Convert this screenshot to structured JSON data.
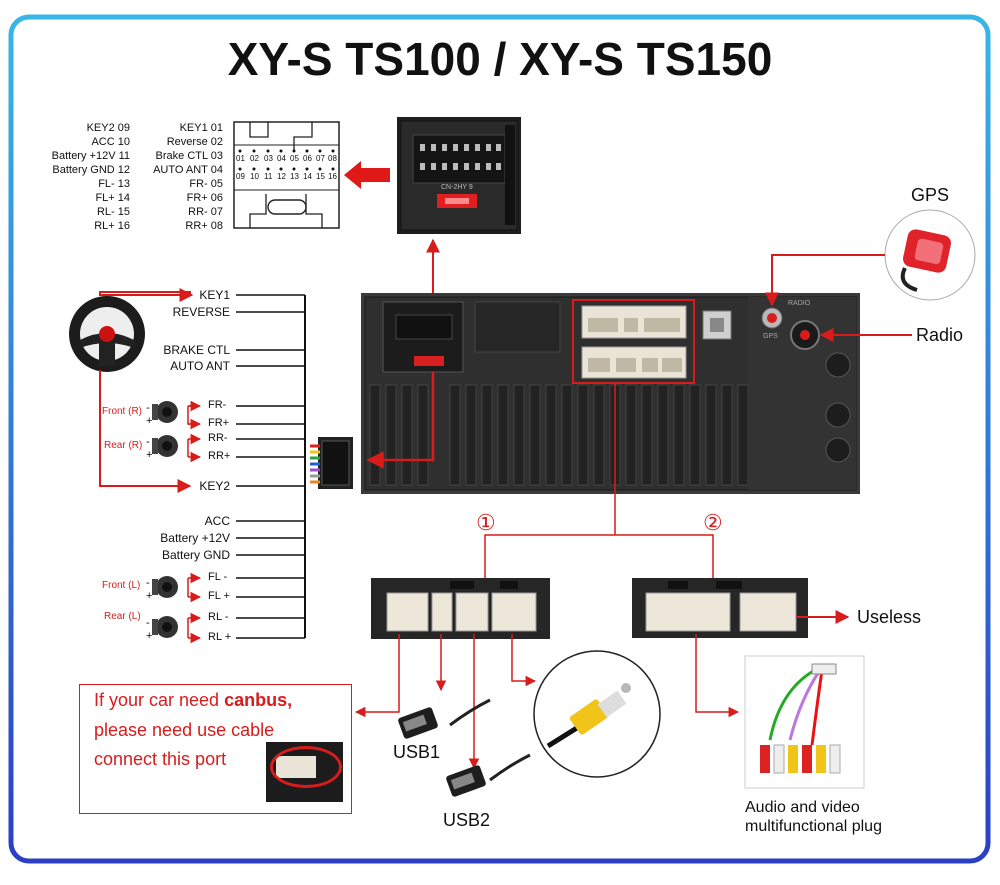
{
  "title": "XY-S TS100 / XY-S TS150",
  "pinout": {
    "left_col": [
      "KEY2 09",
      "ACC 10",
      "Battery +12V 11",
      "Battery GND 12",
      "FL- 13",
      "FL+ 14",
      "RL- 15",
      "RL+ 16"
    ],
    "right_col": [
      "KEY1 01",
      "Reverse 02",
      "Brake CTL 03",
      "AUTO ANT 04",
      "FR- 05",
      "FR+ 06",
      "RR- 07",
      "RR+ 08"
    ],
    "pins_top": [
      "01",
      "02",
      "03",
      "04",
      "05",
      "06",
      "07",
      "08"
    ],
    "pins_bottom": [
      "09",
      "10",
      "11",
      "12",
      "13",
      "14",
      "15",
      "16"
    ]
  },
  "connector_photo_text": "CN-2HY 9",
  "wires": {
    "key1": "KEY1",
    "reverse": "REVERSE",
    "brake": "BRAKE CTL",
    "auto_ant": "AUTO ANT",
    "fr_minus": "FR-",
    "fr_plus": "FR+",
    "rr_minus": "RR-",
    "rr_plus": "RR+",
    "key2": "KEY2",
    "acc": "ACC",
    "batt": "Battery +12V",
    "gnd": "Battery GND",
    "fl_minus": "FL -",
    "fl_plus": "FL +",
    "rl_minus": "RL -",
    "rl_plus": "RL +"
  },
  "speakers": {
    "front_r": "Front (R)",
    "rear_r": "Rear (R)",
    "front_l": "Front (L)",
    "rear_l": "Rear (L)",
    "minus": "-",
    "plus": "+"
  },
  "antenna": {
    "gps": "GPS",
    "radio": "Radio",
    "unit_gps": "GPS",
    "unit_radio": "RADIO"
  },
  "ports": {
    "port1": "①",
    "port2": "②",
    "useless": "Useless",
    "usb1": "USB1",
    "usb2": "USB2"
  },
  "canbus": {
    "line1_pre": "If your car need ",
    "line1_bold": "canbus,",
    "line2": "please need use cable",
    "line3": "connect this port"
  },
  "av_plug": {
    "line1": "Audio and video",
    "line2": "multifunctional plug"
  },
  "colors": {
    "frame": "#3aa9e0",
    "frame_inner": "#2a3fbf",
    "arrow": "#d81c1c",
    "warning": "#f6d21a",
    "rca_yellow": "#f0c419",
    "unit": "#2b2b2b"
  }
}
